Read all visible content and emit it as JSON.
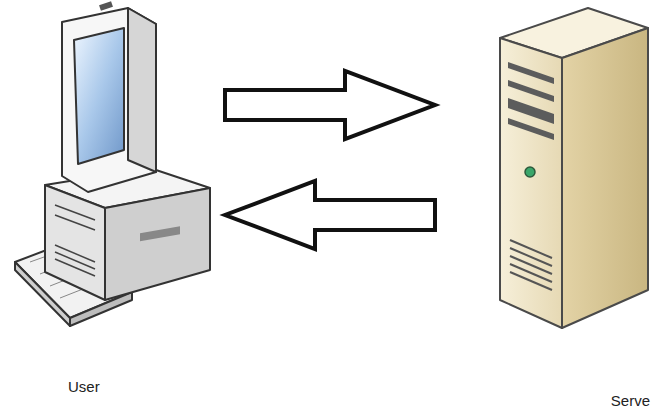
{
  "diagram": {
    "nodes": [
      {
        "text": [
          "User"
        ]
      },
      {
        "text": [
          "Serve"
        ]
      }
    ],
    "edges": [
      {
        "from": 0,
        "to": 1,
        "arrow": "to"
      },
      {
        "from": 1,
        "to": 0,
        "arrow": "to"
      }
    ]
  }
}
